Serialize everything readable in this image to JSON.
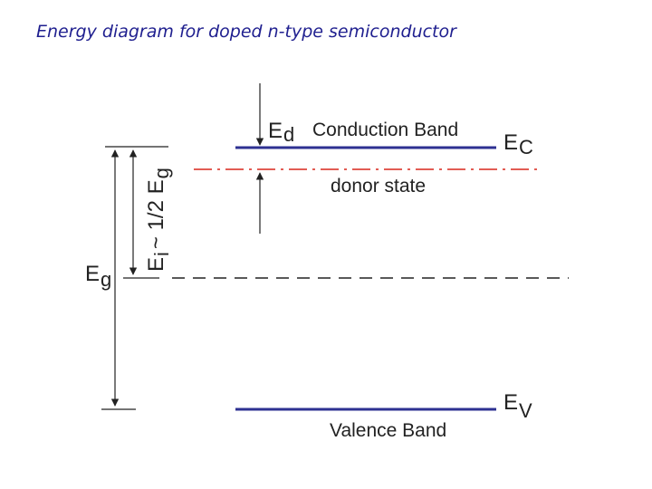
{
  "title": "Energy diagram for doped n-type semiconductor",
  "labels": {
    "conduction_band": "Conduction Band",
    "valence_band": "Valence Band",
    "donor_state": "donor state",
    "ed_main": "E",
    "ed_sub": "d",
    "ec_main": "E",
    "ec_sub": "C",
    "ev_main": "E",
    "ev_sub": "V",
    "eg_main": "E",
    "eg_sub": "g",
    "ei_main": "E",
    "ei_sub": "i",
    "ei_rest": "~ 1/2 E",
    "ei_rest_sub": "g"
  },
  "colors": {
    "band": "#2e3192",
    "donor": "#d9261c",
    "ink": "#222222",
    "title": "#1f1f8f"
  }
}
